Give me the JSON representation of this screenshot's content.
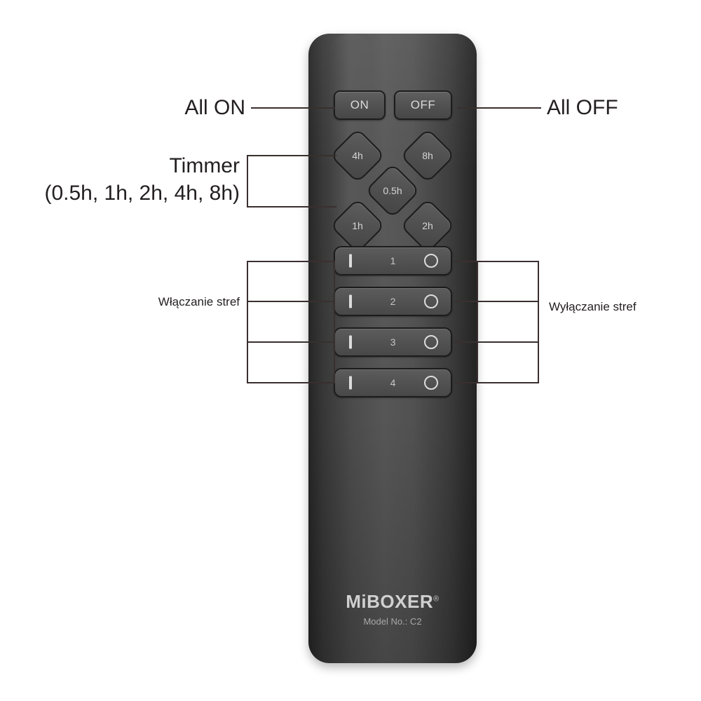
{
  "device": {
    "brand_logo": "MiBOXER",
    "brand_reg_mark": "®",
    "model_text": "Model No.: C2",
    "top_buttons": [
      {
        "id": "on",
        "label": "ON"
      },
      {
        "id": "off",
        "label": "OFF"
      }
    ],
    "timer_buttons": [
      {
        "id": "4h",
        "label": "4h"
      },
      {
        "id": "8h",
        "label": "8h"
      },
      {
        "id": "0.5h",
        "label": "0.5h"
      },
      {
        "id": "1h",
        "label": "1h"
      },
      {
        "id": "2h",
        "label": "2h"
      }
    ],
    "zone_rows": [
      {
        "number": "1",
        "on_icon": "power-on-bar-icon",
        "off_icon": "power-off-circle-icon"
      },
      {
        "number": "2",
        "on_icon": "power-on-bar-icon",
        "off_icon": "power-off-circle-icon"
      },
      {
        "number": "3",
        "on_icon": "power-on-bar-icon",
        "off_icon": "power-off-circle-icon"
      },
      {
        "number": "4",
        "on_icon": "power-on-bar-icon",
        "off_icon": "power-off-circle-icon"
      }
    ]
  },
  "annotations": {
    "all_on": "All ON",
    "all_off": "All OFF",
    "timer_title": "Timmer",
    "timer_values": "(0.5h, 1h, 2h, 4h, 8h)",
    "zones_on": "Włączanie stref",
    "zones_off": "Wyłączanie stref"
  },
  "colors": {
    "background": "#ffffff",
    "leader_line": "#3a2f2f",
    "annotation_text": "#231f20",
    "body_dark": "#272727",
    "body_light": "#5a5a5a",
    "button_face": "#535353",
    "button_text": "#d9d9d9"
  }
}
